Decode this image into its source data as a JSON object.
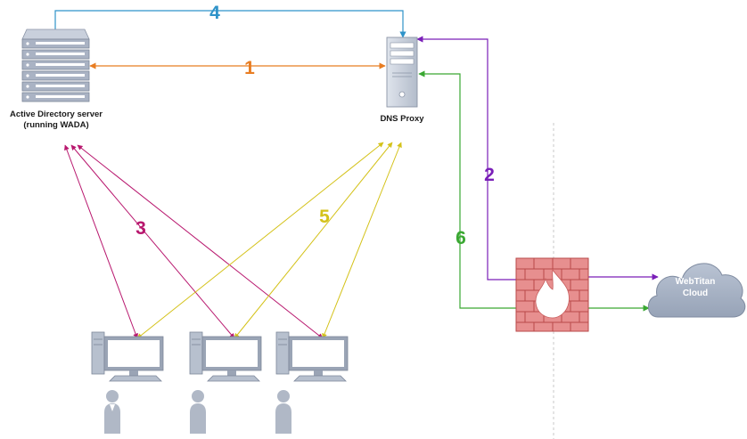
{
  "nodes": {
    "ad_server": {
      "label_line1": "Active Directory server",
      "label_line2": "(running WADA)"
    },
    "dns_proxy": {
      "label": "DNS Proxy"
    },
    "cloud": {
      "label_line1": "WebTitan",
      "label_line2": "Cloud"
    }
  },
  "steps": {
    "s1": {
      "label": "1",
      "color": "#e87d22"
    },
    "s2": {
      "label": "2",
      "color": "#7a1fb8"
    },
    "s3": {
      "label": "3",
      "color": "#b8176e"
    },
    "s4": {
      "label": "4",
      "color": "#2f93c9"
    },
    "s5": {
      "label": "5",
      "color": "#d4c21a"
    },
    "s6": {
      "label": "6",
      "color": "#3aa832"
    }
  },
  "icons": [
    "server-rack-icon",
    "tower-server-icon",
    "firewall-icon",
    "cloud-icon",
    "workstation-icon",
    "user-icon"
  ]
}
